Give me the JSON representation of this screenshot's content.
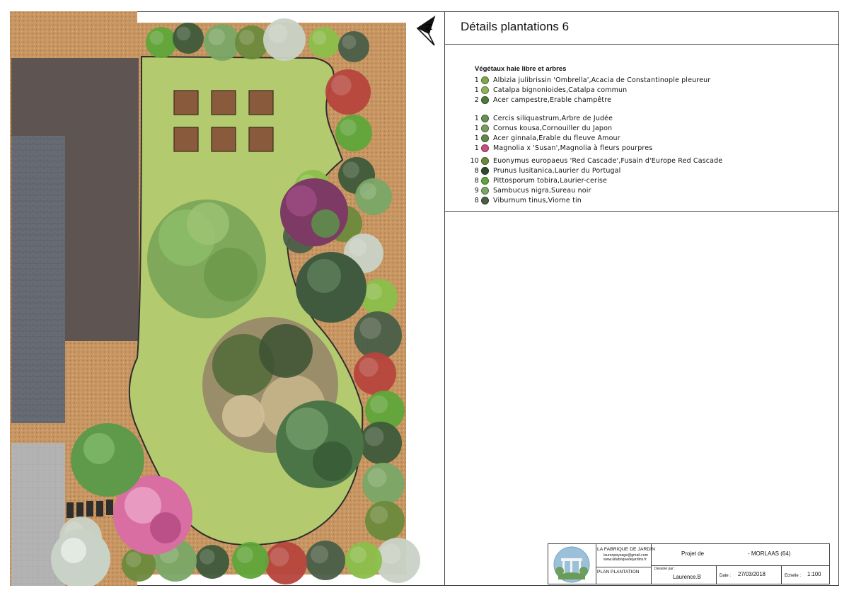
{
  "header": {
    "title": "Détails plantations 6",
    "north_label": "N"
  },
  "legend": {
    "heading": "Végétaux haie libre et arbres",
    "groups": [
      [
        {
          "qty": "1",
          "name": "Albizia julibrissin 'Ombrella',Acacia de Constantinople pleureur",
          "color": "#7fa84a"
        },
        {
          "qty": "1",
          "name": "Catalpa bignonioides,Catalpa commun",
          "color": "#8fb25a"
        },
        {
          "qty": "2",
          "name": "Acer campestre,Erable champêtre",
          "color": "#4f7a3a"
        }
      ],
      [
        {
          "qty": "1",
          "name": "Cercis siliquastrum,Arbre de Judée",
          "color": "#6a8f52"
        },
        {
          "qty": "1",
          "name": "Cornus kousa,Cornouiller du Japon",
          "color": "#7a9c60"
        },
        {
          "qty": "1",
          "name": "Acer ginnala,Erable du fleuve Amour",
          "color": "#5f8a48"
        },
        {
          "qty": "1",
          "name": "Magnolia x 'Susan',Magnolia à fleurs pourpres",
          "color": "#c9507e"
        }
      ],
      [
        {
          "qty": "10",
          "name": "Euonymus europaeus 'Red Cascade',Fusain d'Europe Red Cascade",
          "color": "#6c8a3c"
        },
        {
          "qty": "8",
          "name": "Prunus lusitanica,Laurier du Portugal",
          "color": "#2f4a2c"
        },
        {
          "qty": "8",
          "name": "Pittosporum tobira,Laurier-cerise",
          "color": "#5fa53a"
        },
        {
          "qty": "9",
          "name": "Sambucus nigra,Sureau noir",
          "color": "#7aa766"
        },
        {
          "qty": "8",
          "name": "Viburnum tinus,Viorne tin",
          "color": "#4a5e48"
        }
      ]
    ]
  },
  "cartouche": {
    "company": "LA FABRIQUE DE JARDIN",
    "email": "laurenpaysage@gmail.com",
    "website": "www.lafabriquedejardins.fr",
    "plan_label": "PLAN PLANTATION",
    "project_label": "Projet de",
    "project_value": "- MORLAAS (64)",
    "drawn_by_label": "Dessiné par :",
    "drawn_by_value": "Laurence.B",
    "date_label": "Date :",
    "date_value": "27/03/2018",
    "scale_label": "Echelle :",
    "scale_value": "1:100"
  },
  "colors": {
    "lawn": "#b3cb6e",
    "mulch": "#c79662",
    "roof_dark": "#5e5553",
    "roof_grey": "#676c74",
    "pavement": "#b0b0b0",
    "border": "#444444"
  }
}
